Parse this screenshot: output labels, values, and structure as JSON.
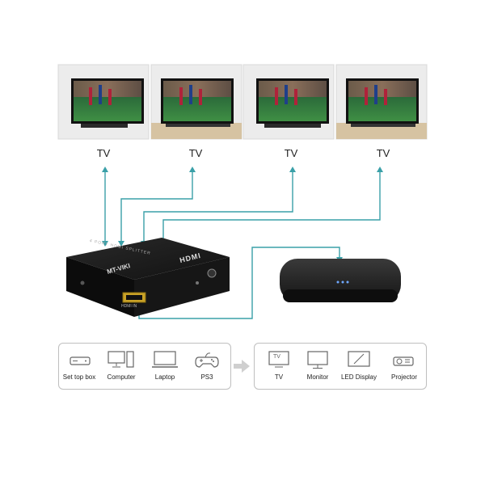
{
  "tvs": [
    {
      "label": "TV"
    },
    {
      "label": "TV"
    },
    {
      "label": "TV"
    },
    {
      "label": "TV"
    }
  ],
  "splitter": {
    "brand": "MT-VIKI",
    "hdmi_logo": "HDMI",
    "top_text": "4 PORT HDMI SPLITTER",
    "port_label": "HDMI IN"
  },
  "sources": {
    "items": [
      {
        "label": "Set top box",
        "icon": "set-top-box-icon"
      },
      {
        "label": "Computer",
        "icon": "computer-icon"
      },
      {
        "label": "Laptop",
        "icon": "laptop-icon"
      },
      {
        "label": "PS3",
        "icon": "gamepad-icon"
      }
    ]
  },
  "displays": {
    "items": [
      {
        "label": "TV",
        "icon": "tv-icon",
        "icon_text": "TV"
      },
      {
        "label": "Monitor",
        "icon": "monitor-icon"
      },
      {
        "label": "LED Display",
        "icon": "led-display-icon"
      },
      {
        "label": "Projector",
        "icon": "projector-icon"
      }
    ]
  },
  "colors": {
    "cable": "#3aa0a8",
    "device": "#1c1c1c",
    "panel_border": "#bfbfbf",
    "icon": "#666666"
  }
}
